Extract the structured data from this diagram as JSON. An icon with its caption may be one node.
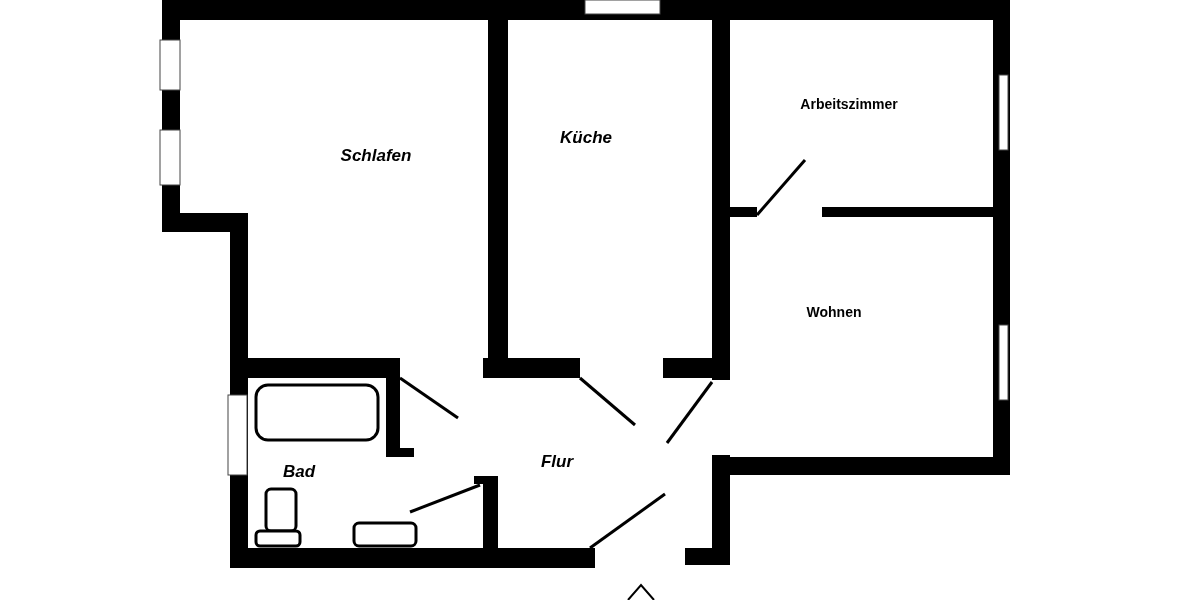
{
  "diagram": {
    "labels": [
      "Schlafen",
      "Küche",
      "Arbeitszimmer",
      "Wohnen",
      "Bad",
      "Flur"
    ]
  }
}
